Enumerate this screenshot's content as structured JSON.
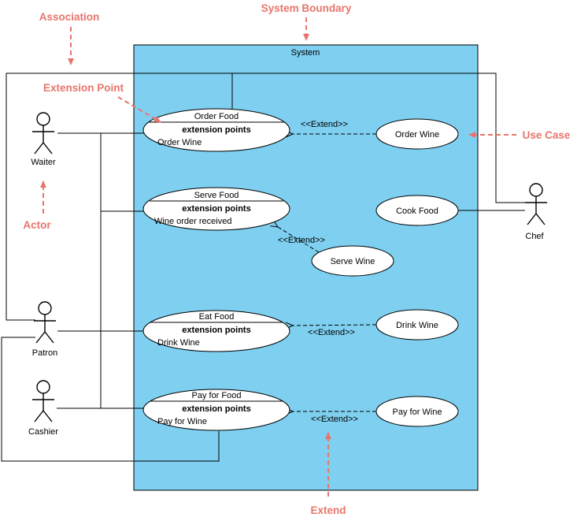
{
  "system_label": "System",
  "annotations": {
    "association": "Association",
    "system_boundary": "System Boundary",
    "extension_point": "Extension Point",
    "use_case": "Use Case",
    "actor": "Actor",
    "extend": "Extend"
  },
  "labels": {
    "extend": "<<Extend>>"
  },
  "actors": {
    "waiter": "Waiter",
    "chef": "Chef",
    "patron": "Patron",
    "cashier": "Cashier"
  },
  "use_cases": {
    "order_food": {
      "title": "Order Food",
      "ext_header": "extension points",
      "ext_value": "Order Wine"
    },
    "serve_food": {
      "title": "Serve Food",
      "ext_header": "extension points",
      "ext_value": "Wine order received"
    },
    "eat_food": {
      "title": "Eat Food",
      "ext_header": "extension points",
      "ext_value": "Drink Wine"
    },
    "pay_for_food": {
      "title": "Pay for Food",
      "ext_header": "extension points",
      "ext_value": "Pay for Wine"
    },
    "order_wine": {
      "title": "Order Wine"
    },
    "cook_food": {
      "title": "Cook Food"
    },
    "serve_wine": {
      "title": "Serve Wine"
    },
    "drink_wine": {
      "title": "Drink Wine"
    },
    "pay_for_wine": {
      "title": "Pay for Wine"
    }
  },
  "colors": {
    "boundary_fill": "#7ECFF0",
    "annotation": "#E8756B",
    "actor_head": "#4FC3F0",
    "ellipse_fill": "#FFFFFF",
    "line": "#000000"
  }
}
